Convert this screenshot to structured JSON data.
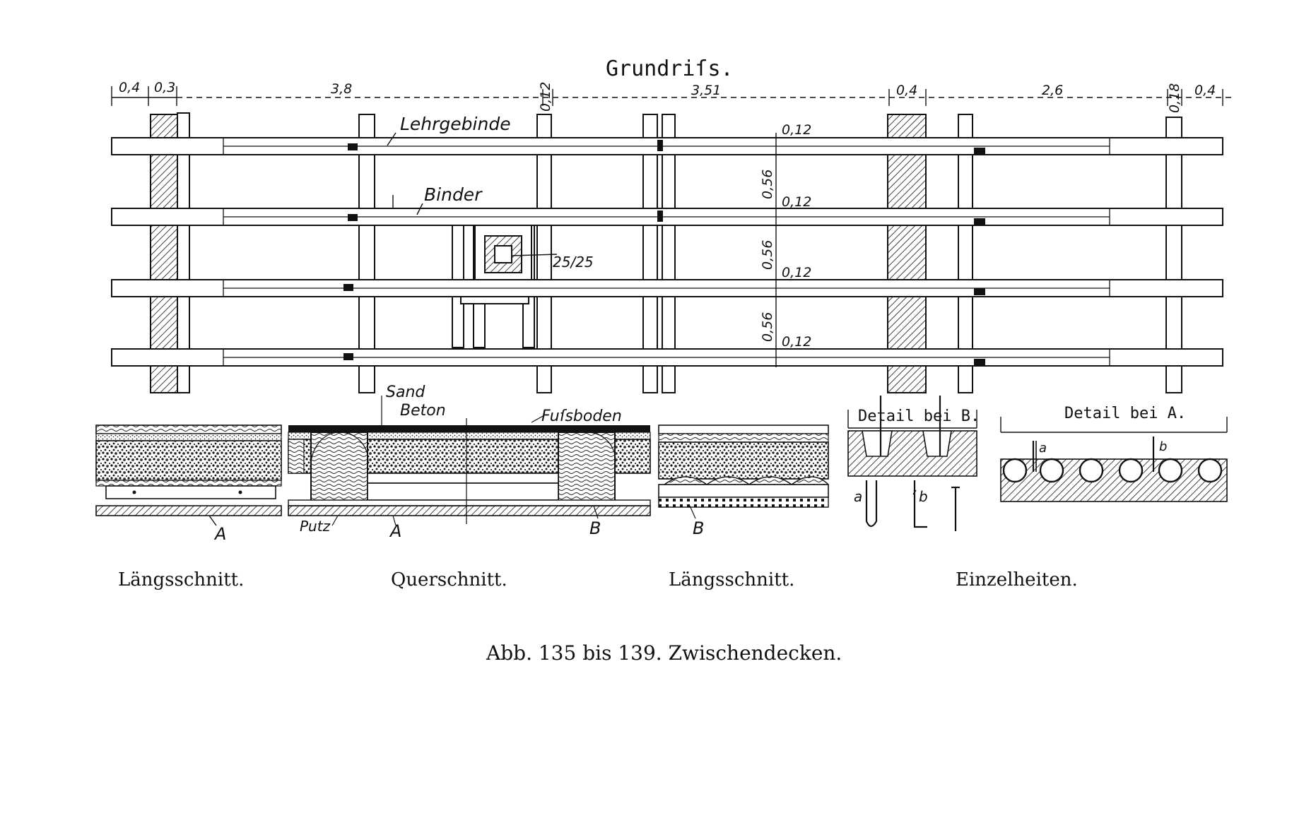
{
  "figure": {
    "grundriss_title": "Grundriſs.",
    "dimensions": {
      "d1": "0,4",
      "d2": "0,3",
      "d3": "3,8",
      "d4": "0,12",
      "d5": "3,51",
      "d6": "0,4",
      "d7": "2,6",
      "d8": "0,18",
      "d9": "0,4",
      "g1": "0,12",
      "g2": "0,12",
      "g3": "0,12",
      "g4": "0,12",
      "s1": "0,56",
      "s2": "0,56",
      "s3": "0,56"
    },
    "labels": {
      "lehrgebinde": "Lehrgebinde",
      "binder": "Binder",
      "post": "25/25",
      "sand": "Sand",
      "beton": "Beton",
      "fussboden": "Fuſsboden",
      "putz": "Putz",
      "a_ls": "A",
      "a_qs": "A",
      "b_qs": "B",
      "b_ls": "B",
      "detail_b": "Detail bei B.",
      "detail_a": "Detail bei A.",
      "nail_a1": "a",
      "nail_b1": "b",
      "nail_a2": "a",
      "nail_b2": "b"
    }
  },
  "captions": {
    "laengsschnitt_1": "Längsschnitt.",
    "querschnitt": "Querschnitt.",
    "laengsschnitt_2": "Längsschnitt.",
    "einzelheiten": "Einzelheiten.",
    "main": "Abb. 135 bis 139. Zwischendecken."
  },
  "colors": {
    "ink": "#111111",
    "paper": "#ffffff"
  }
}
